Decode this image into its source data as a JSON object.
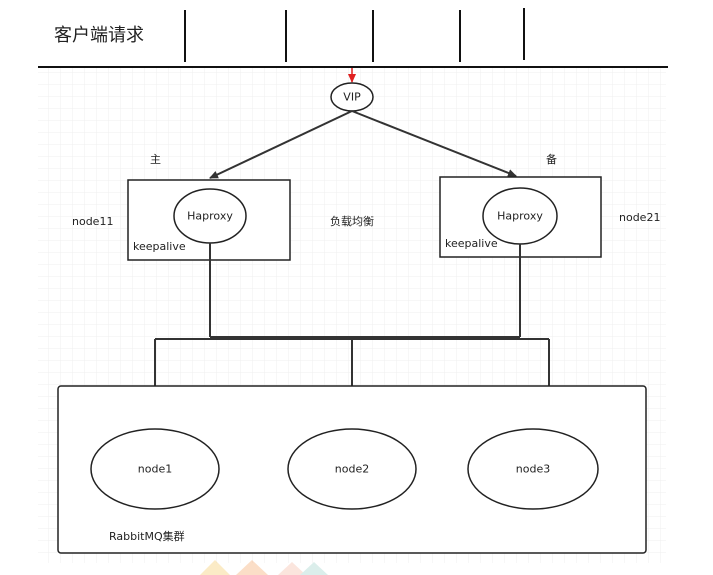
{
  "header": {
    "title": "客户端请求"
  },
  "diagram": {
    "vip_label": "VIP",
    "master_label": "主",
    "backup_label": "备",
    "lb_label": "负载均衡",
    "left_node": {
      "name": "node11",
      "inner": "Haproxy",
      "service": "keepalive"
    },
    "right_node": {
      "name": "node21",
      "inner": "Haproxy",
      "service": "keepalive"
    },
    "cluster": {
      "label": "RabbitMQ集群",
      "nodes": [
        "node1",
        "node2",
        "node3"
      ]
    }
  },
  "colors": {
    "line": "#333333",
    "arrow_red": "#e02020",
    "grid": "#e8e8e8"
  }
}
